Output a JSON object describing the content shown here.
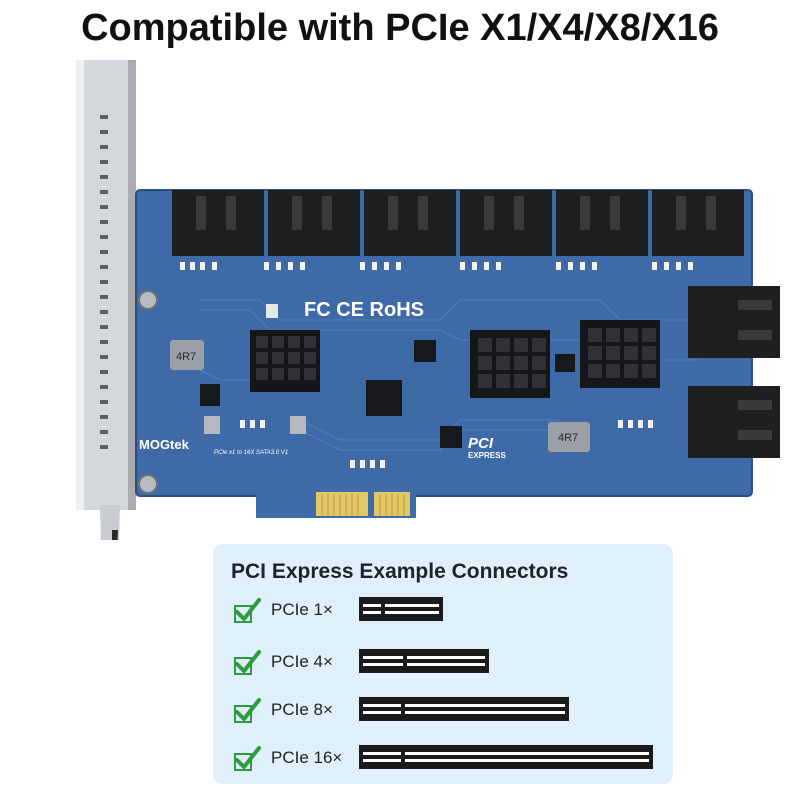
{
  "headline": "Compatible with PCIe X1/X4/X8/X16",
  "board": {
    "brand": "MOGtek",
    "cert_marks": "FC CE RoHS",
    "pci_logo_line1": "PCI",
    "pci_logo_line2": "EXPRESS",
    "inductor_marking": "4R7",
    "board_text": "PCIe x1 to 16X SATA3.0 V1"
  },
  "legend": {
    "title": "PCI Express Example Connectors",
    "items": [
      {
        "label": "PCIe 1×"
      },
      {
        "label": "PCIe 4×"
      },
      {
        "label": "PCIe 8×"
      },
      {
        "label": "PCIe 16×"
      }
    ]
  },
  "colors": {
    "pcb": "#3f6aa8",
    "legend_bg": "#dff0fb",
    "check": "#2e9b3f",
    "slot": "#1b1b1b",
    "bracket": "#c9cdd2"
  }
}
